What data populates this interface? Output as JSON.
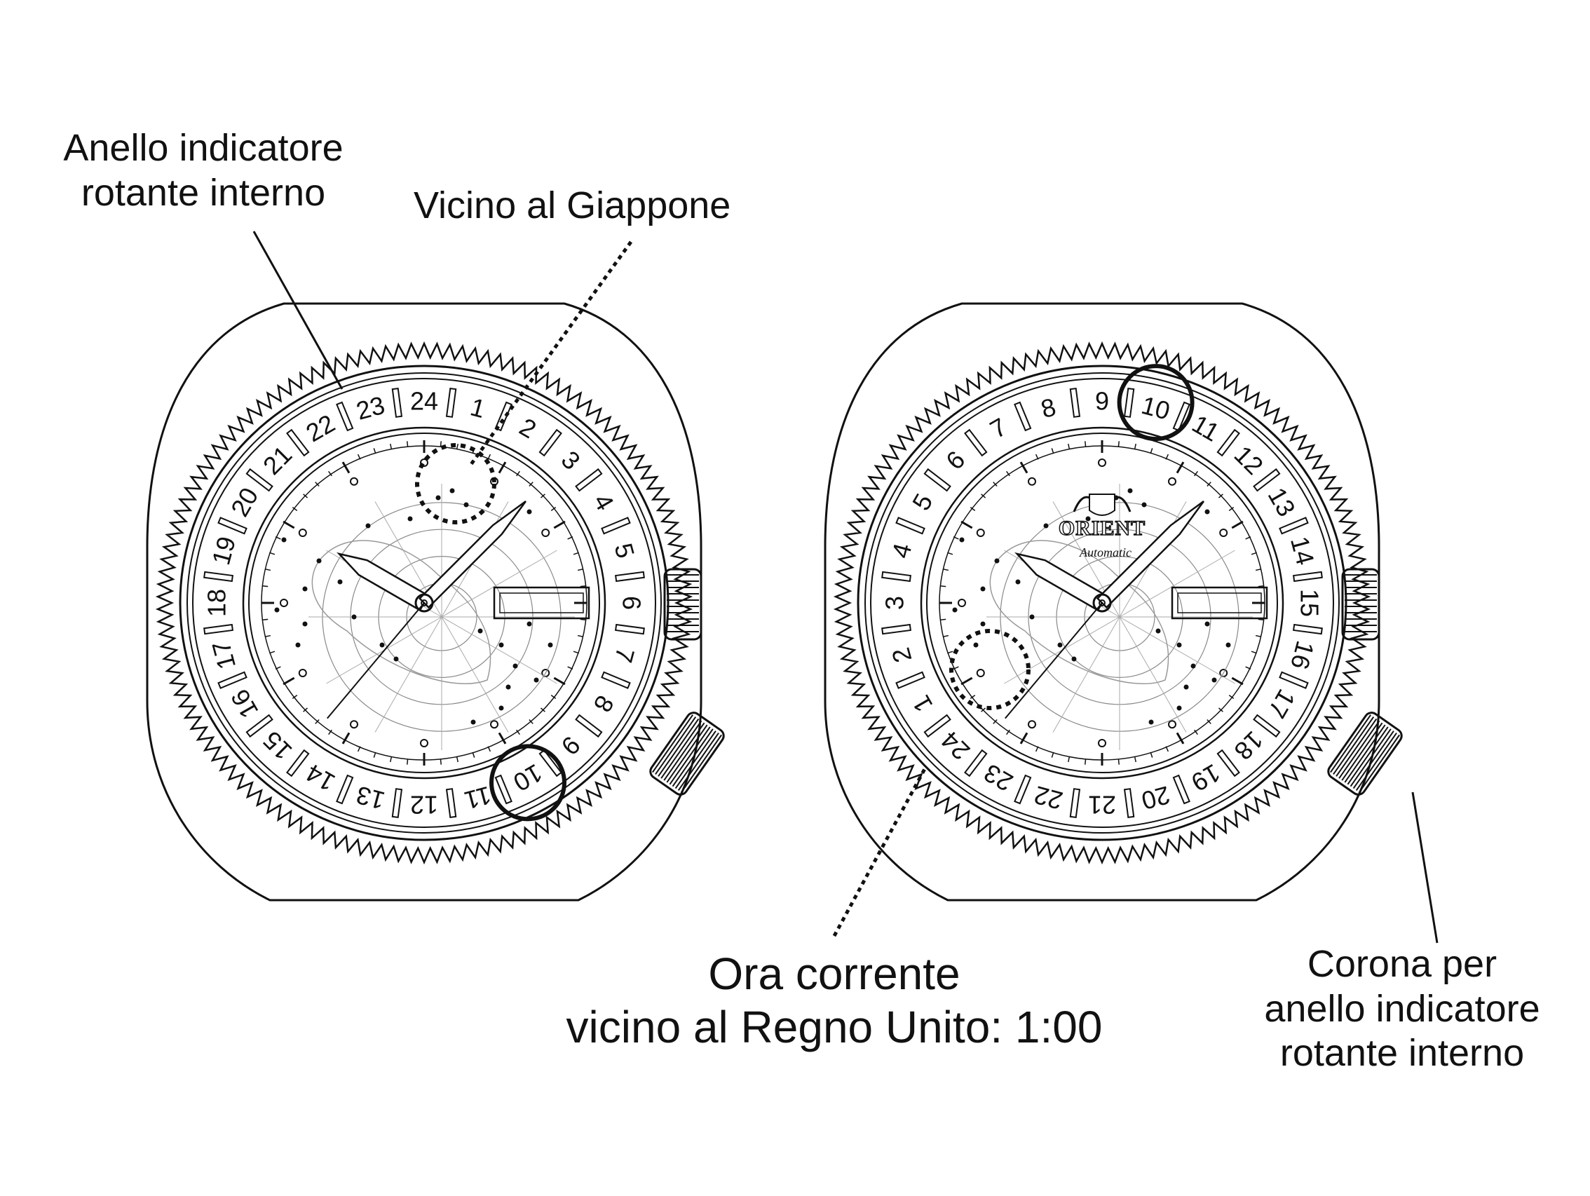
{
  "labels": {
    "ring_line1": "Anello indicatore",
    "ring_line2": "rotante interno",
    "japan": "Vicino al Giappone",
    "current_line1": "Ora corrente",
    "current_line2": "vicino al Regno Unito: 1:00",
    "crown_line1": "Corona per",
    "crown_line2": "anello indicatore",
    "crown_line3": "rotante interno"
  },
  "logo": {
    "brand": "ORIENT",
    "subtitle": "Automatic"
  },
  "left_watch": {
    "ring_numbers": [
      "1",
      "2",
      "3",
      "4",
      "5",
      "6",
      "7",
      "8",
      "9",
      "10",
      "11",
      "12",
      "13",
      "14",
      "15",
      "16",
      "17",
      "18",
      "19",
      "20",
      "21",
      "22",
      "23",
      "24"
    ],
    "highlighted_number": "10"
  },
  "right_watch": {
    "ring_numbers": [
      "10",
      "11",
      "12",
      "13",
      "14",
      "15",
      "16",
      "17",
      "18",
      "19",
      "20",
      "21",
      "22",
      "23",
      "24",
      "1",
      "2",
      "3",
      "4",
      "5",
      "6",
      "7",
      "8",
      "9"
    ],
    "highlighted_number": "10"
  }
}
